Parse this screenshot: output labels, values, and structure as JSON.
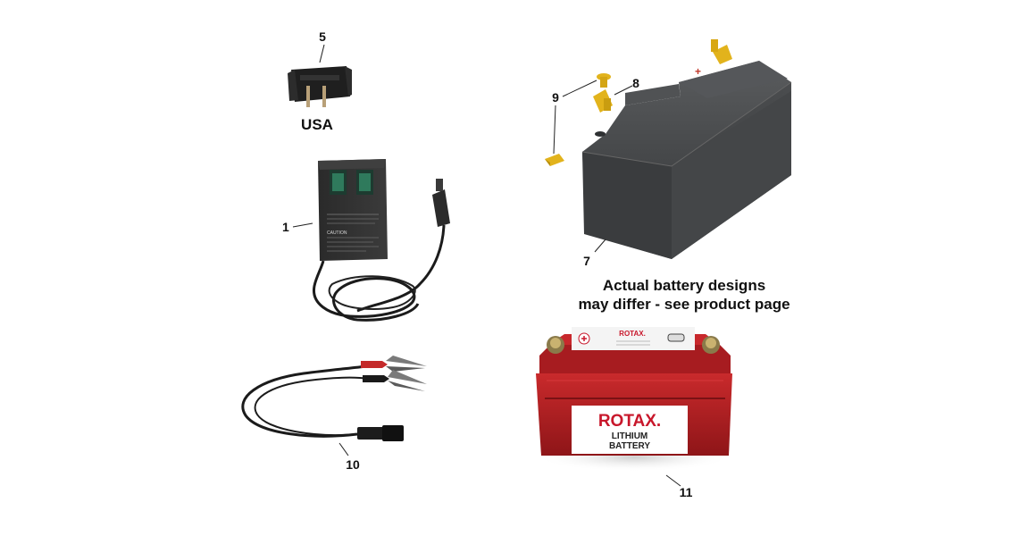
{
  "parts": {
    "plug_adapter": {
      "number": "5",
      "region_label": "USA"
    },
    "charger": {
      "number": "1",
      "caution_text": "CAUTION"
    },
    "clip_cable": {
      "number": "10"
    },
    "battery_standard": {
      "number": "7",
      "terminal_number": "8",
      "screw_number": "9",
      "plus_mark": "+"
    },
    "battery_lithium": {
      "number": "11",
      "brand": "ROTAX.",
      "line1": "LITHIUM",
      "line2": "BATTERY",
      "top_brand": "ROTAX."
    }
  },
  "note": {
    "line1": "Actual battery designs",
    "line2": "may differ - see product page"
  },
  "colors": {
    "battery_body": "#3d3f41",
    "lithium_red": "#b81f24",
    "terminal_gold": "#e2b31c",
    "adapter_black": "#1f1f1f"
  }
}
